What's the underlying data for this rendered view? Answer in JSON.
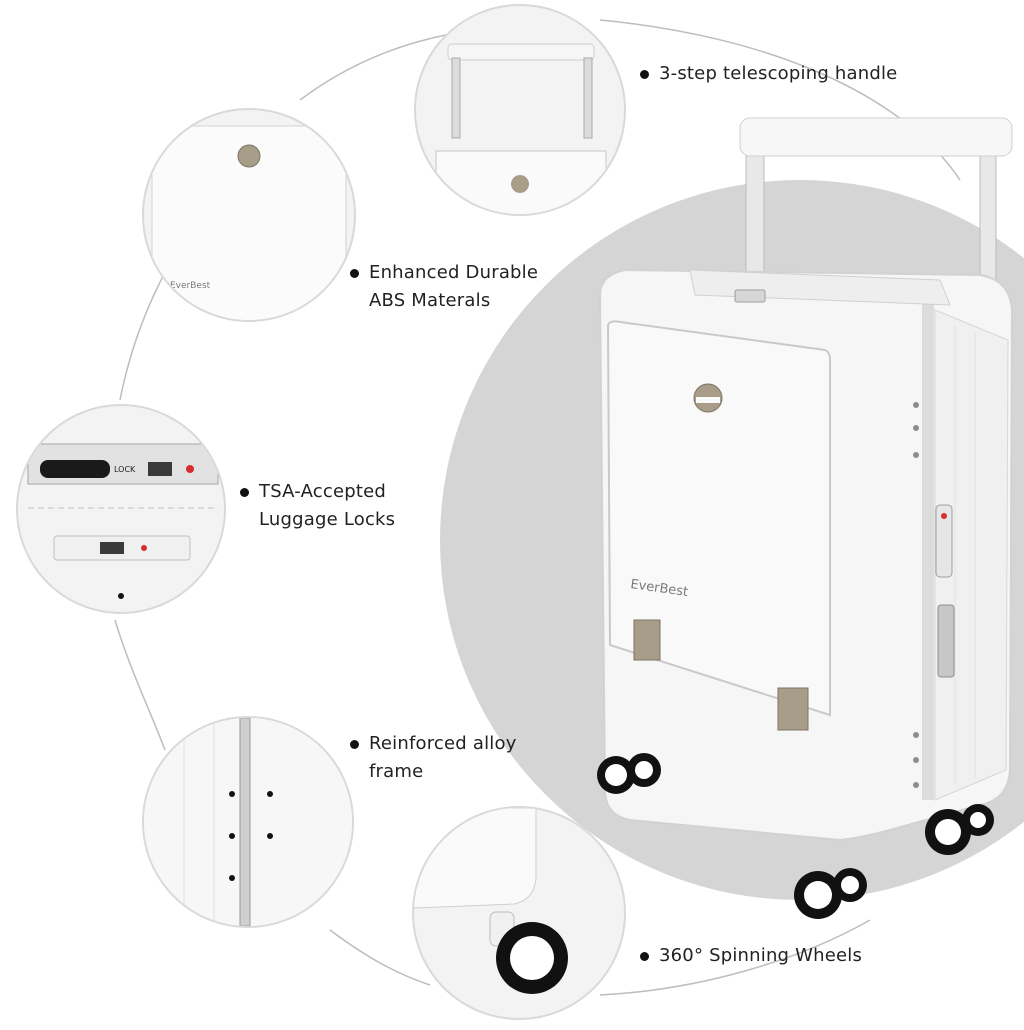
{
  "features": {
    "handle": {
      "label": "3-step telescoping handle"
    },
    "materials": {
      "label": "Enhanced Durable\nABS Materals"
    },
    "locks": {
      "label": "TSA-Accepted\nLuggage Locks"
    },
    "frame": {
      "label": "Reinforced alloy\nframe"
    },
    "wheels": {
      "label": "360° Spinning Wheels"
    }
  },
  "brand": {
    "logo_text": "EverBest"
  },
  "lock": {
    "label": "LOCK"
  },
  "colors": {
    "background": "#ffffff",
    "gray_disc": "#d5d5d5",
    "suitcase_white": "#f6f6f6",
    "bronze_hardware": "#a89d89"
  }
}
